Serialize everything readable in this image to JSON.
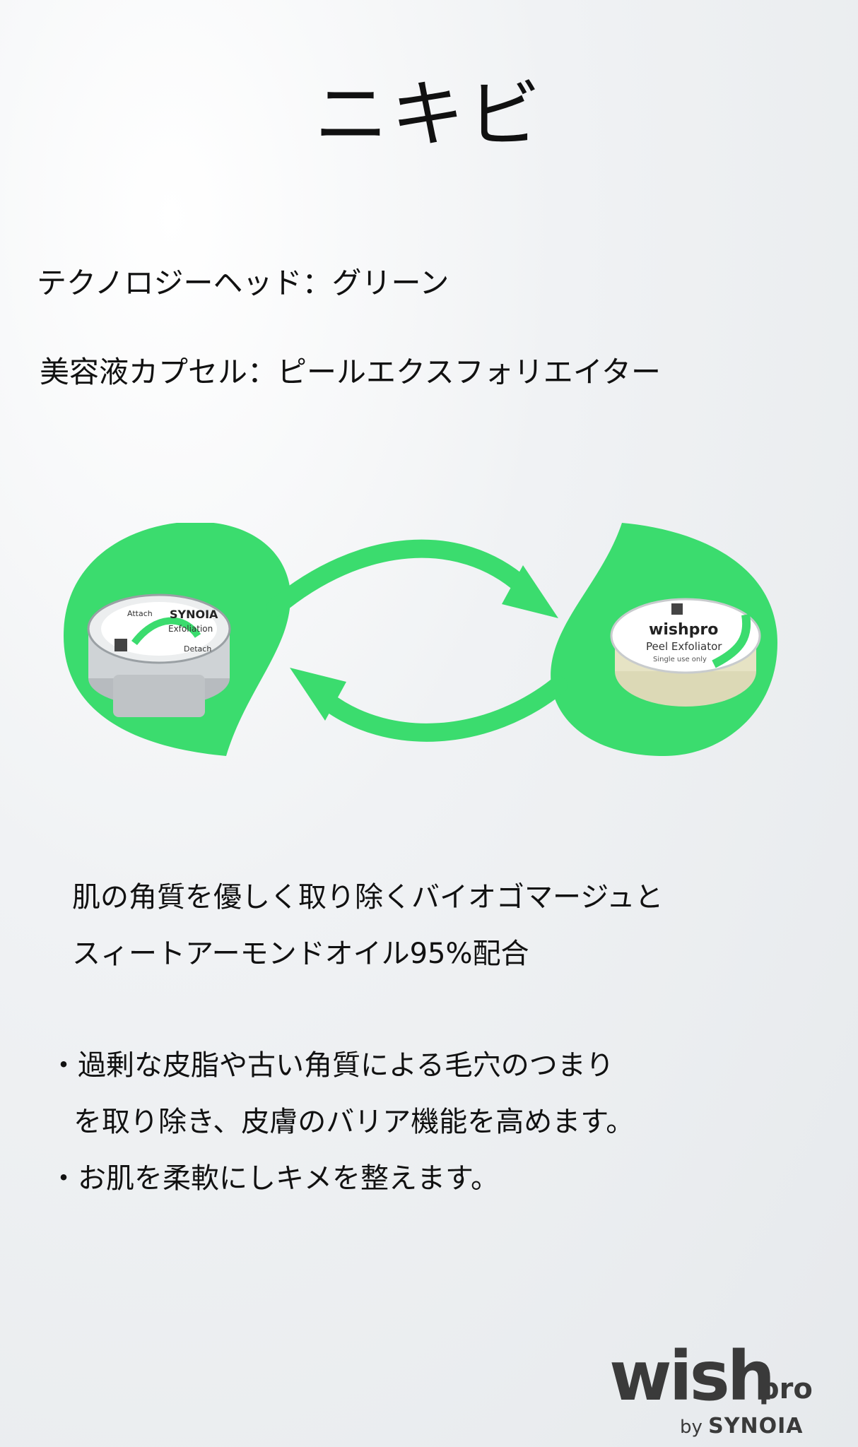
{
  "title": "ニキビ",
  "specs": {
    "head": "テクノロジーヘッド：グリーン",
    "capsule": "美容液カプセル：ピールエクスフォリエイター"
  },
  "illustration": {
    "accent_color": "#3bdc6e",
    "left_product": {
      "brand": "SYNOIA",
      "name": "Exfoliation",
      "attach_label": "Attach",
      "detach_label": "Detach"
    },
    "right_product": {
      "brand": "wishpro",
      "name": "Peel Exfoliator",
      "note": "Single use only"
    }
  },
  "description": {
    "line1": "肌の角質を優しく取り除くバイオゴマージュと",
    "line2": "スィートアーモンドオイル95%配合"
  },
  "bullets": {
    "b1_line1": "・過剰な皮脂や古い角質による毛穴のつまり",
    "b1_line2": "を取り除き、皮膚のバリア機能を高めます。",
    "b2": "・お肌を柔軟にしキメを整えます。"
  },
  "logo": {
    "wish": "wish",
    "pro": "pro",
    "by": "by",
    "company": "SYNOIA"
  }
}
